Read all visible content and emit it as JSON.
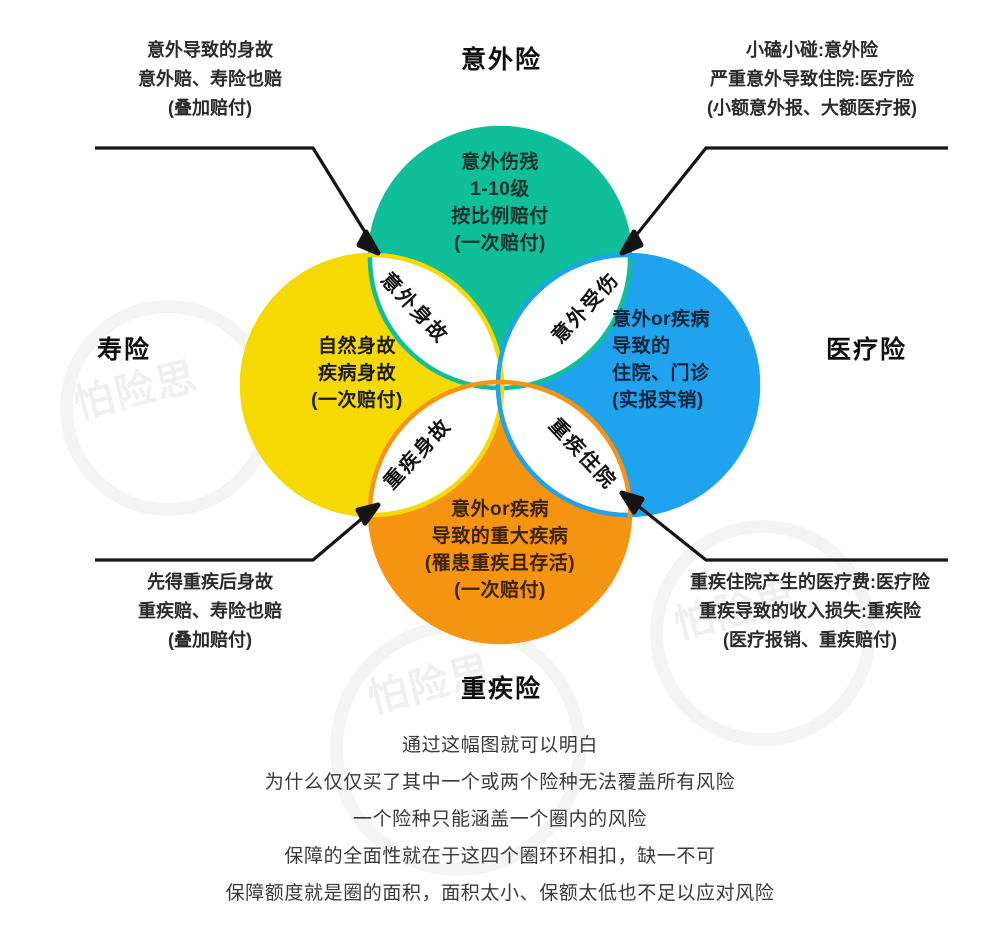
{
  "diagram": {
    "title_top": "意外险",
    "title_left": "寿险",
    "title_right": "医疗险",
    "title_bottom": "重疾险",
    "colors": {
      "accident_teal": "#0FBF99",
      "life_yellow": "#F5D900",
      "medical_blue": "#1FA3EE",
      "critical_orange": "#F59410",
      "lens_white": "#FFFFFF",
      "text_dark": "#1A1A1A",
      "leader_line": "#1A1A1A"
    },
    "circles": [
      {
        "key": "accident",
        "label": "意外险",
        "color": "#0FBF99",
        "lines": [
          "意外伤残",
          "1-10级",
          "按比例赔付",
          "(一次赔付)"
        ]
      },
      {
        "key": "life",
        "label": "寿险",
        "color": "#F5D900",
        "lines": [
          "自然身故",
          "疾病身故",
          "(一次赔付)"
        ]
      },
      {
        "key": "medical",
        "label": "医疗险",
        "color": "#1FA3EE",
        "lines": [
          "意外or疾病",
          "导致的",
          "住院、门诊",
          "(实报实销)"
        ]
      },
      {
        "key": "critical",
        "label": "重疾险",
        "color": "#F59410",
        "lines": [
          "意外or疾病",
          "导致的重大疾病",
          "(罹患重疾且存活)",
          "(一次赔付)"
        ]
      }
    ],
    "intersections": [
      {
        "key": "accident-life",
        "label": "意外身故"
      },
      {
        "key": "accident-medical",
        "label": "意外受伤"
      },
      {
        "key": "critical-life",
        "label": "重疾身故"
      },
      {
        "key": "critical-medical",
        "label": "重疾住院"
      }
    ],
    "annotations": [
      {
        "key": "top-left",
        "target": "意外身故",
        "lines": [
          "意外导致的身故",
          "意外赔、寿险也赔",
          "(叠加赔付)"
        ]
      },
      {
        "key": "top-right",
        "target": "意外受伤",
        "lines": [
          "小磕小碰:意外险",
          "严重意外导致住院:医疗险",
          "(小额意外报、大额医疗报)"
        ]
      },
      {
        "key": "bottom-left",
        "target": "重疾身故",
        "lines": [
          "先得重疾后身故",
          "重疾赔、寿险也赔",
          "(叠加赔付)"
        ]
      },
      {
        "key": "bottom-right",
        "target": "重疾住院",
        "lines": [
          "重疾住院产生的医疗费:医疗险",
          "重疾导致的收入损失:重疾险",
          "(医疗报销、重疾赔付)"
        ]
      }
    ]
  },
  "footer": {
    "lines": [
      "通过这幅图就可以明白",
      "为什么仅仅买了其中一个或两个险种无法覆盖所有风险",
      "一个险种只能涵盖一个圈内的风险",
      "保障的全面性就在于这四个圈环环相扣，缺一不可",
      "保障额度就是圈的面积，面积太小、保额太低也不足以应对风险"
    ]
  },
  "watermark": {
    "text": "怕险思"
  }
}
